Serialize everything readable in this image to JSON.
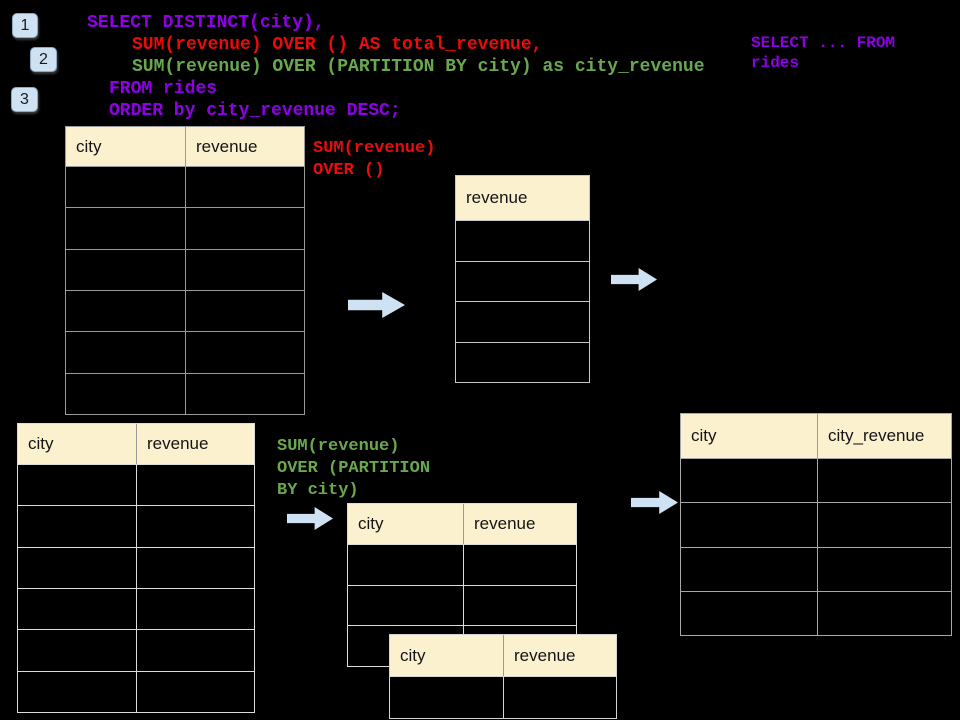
{
  "colors": {
    "purple": "#8f00e6",
    "red": "#ea0b0b",
    "green": "#6aa84f",
    "header_bg": "#fcf1cf",
    "accent_blue": "#cfe2f3"
  },
  "badges": {
    "step1": "1",
    "step2": "2",
    "step3": "3"
  },
  "sql": {
    "line1": "SELECT DISTINCT(city),",
    "line2": "SUM(revenue) OVER () AS total_revenue,",
    "line3": "SUM(revenue) OVER (PARTITION BY city) as city_revenue",
    "line4": "FROM rides",
    "line5": "ORDER by city_revenue DESC;"
  },
  "side_note": {
    "line1": "SELECT ... FROM",
    "line2": "rides"
  },
  "annotations": {
    "total": {
      "line1": "SUM(revenue)",
      "line2": "OVER ()"
    },
    "partition": {
      "line1": "SUM(revenue)",
      "line2": "OVER (PARTITION",
      "line3": "BY city)"
    }
  },
  "tables": {
    "rides_top": {
      "col1": "city",
      "col2": "revenue",
      "rows": 6
    },
    "total_revenue_result": {
      "col1": "revenue",
      "rows": 4
    },
    "rides_bottom": {
      "col1": "city",
      "col2": "revenue",
      "rows": 6
    },
    "partition_group": {
      "col1": "city",
      "col2": "revenue",
      "rows": 3
    },
    "partition_group_overlay": {
      "col1": "city",
      "col2": "revenue",
      "rows": 1
    },
    "city_revenue_result": {
      "col1": "city",
      "col2": "city_revenue",
      "rows": 4
    }
  }
}
